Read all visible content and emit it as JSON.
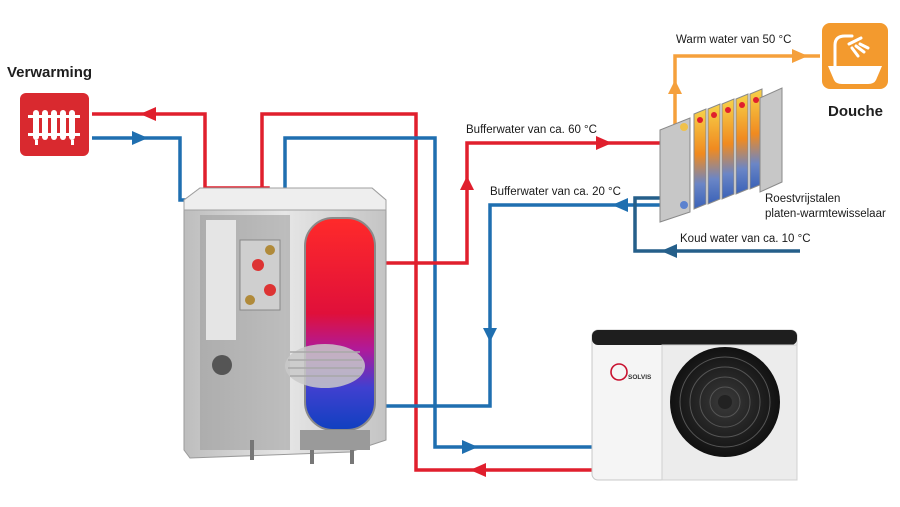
{
  "labels": {
    "heating": "Verwarming",
    "shower": "Douche",
    "warm_water": "Warm water van 50 °C",
    "buffer_hot": "Bufferwater van ca. 60 °C",
    "buffer_cold": "Bufferwater van ca. 20 °C",
    "exchanger_line1": "Roestvrijstalen",
    "exchanger_line2": "platen-warmtewisselaar",
    "cold_water": "Koud water van ca. 10 °C",
    "brand": "SOLVIS"
  },
  "colors": {
    "hot_pipe": "#e01f2d",
    "cold_pipe": "#1f6fb0",
    "domestic_cold_pipe": "#255f8a",
    "warm_water_pipe": "#f5a03c",
    "heating_icon": "#d9292f",
    "shower_icon": "#f39a2e",
    "cabinet": "#d9d9d9",
    "heat_pump_body": "#f2f2f2",
    "brand_red": "#c8102e"
  },
  "icons": [
    "radiator-icon",
    "shower-icon"
  ]
}
